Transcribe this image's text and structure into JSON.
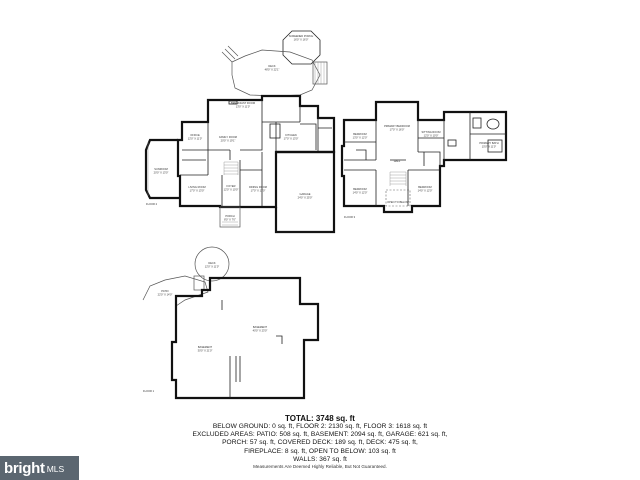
{
  "summary": {
    "total": "TOTAL: 3748 sq. ft",
    "line1": "BELOW GROUND: 0 sq. ft, FLOOR 2: 2130 sq. ft, FLOOR 3: 1618 sq. ft",
    "line2": "EXCLUDED AREAS: PATIO: 508 sq. ft, BASEMENT: 2094 sq. ft, GARAGE: 621 sq. ft,",
    "line3": "PORCH: 57 sq. ft, COVERED DECK: 189 sq. ft, DECK: 475 sq. ft,",
    "line4": "FIREPLACE: 8 sq. ft, OPEN TO BELOW: 103 sq. ft",
    "line5": "WALLS: 367 sq. ft"
  },
  "disclaimer": "Measurements Are Deemed Highly Reliable, But Not Guaranteed.",
  "brand": {
    "word": "bright",
    "suffix": "MLS",
    "color": "#5b6670"
  },
  "floors": {
    "floor2": "FLOOR 2",
    "floor3": "FLOOR 3",
    "basement": "FLOOR 1"
  },
  "rooms": {
    "screened_porch": "SCREENED PORCH",
    "deck": "DECK",
    "family_room": "FAMILY ROOM",
    "breakfast_room": "BREAKFAST ROOM",
    "kitchen": "KITCHEN",
    "office": "OFFICE",
    "sunroom": "SUNROOM",
    "living_room": "LIVING ROOM",
    "foyer": "FOYER",
    "dining_room": "DINING ROOM",
    "garage": "GARAGE",
    "porch": "PORCH",
    "primary_bedroom": "PRIMARY BEDROOM",
    "bedroom_a": "BEDROOM",
    "sitting_room": "SITTING ROOM",
    "primary_bath": "PRIMARY BATH",
    "hall": "HALL",
    "bedroom_b": "BEDROOM",
    "bedroom_c": "BEDROOM",
    "open_to_below": "OPEN TO BELOW",
    "deck_lower": "DECK",
    "patio": "PATIO",
    "basement_a": "BASEMENT",
    "basement_b": "BASEMENT"
  }
}
